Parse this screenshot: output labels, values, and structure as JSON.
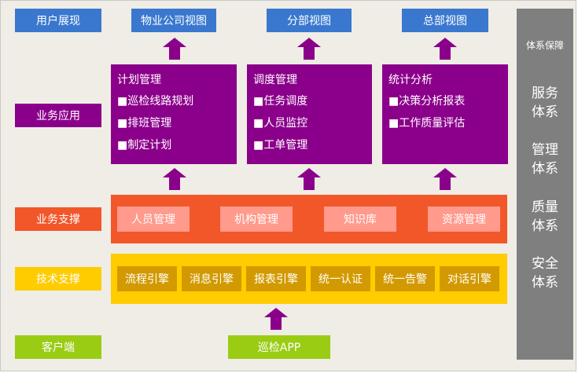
{
  "layers": {
    "user": "用户展现",
    "app": "业务应用",
    "support": "业务支撑",
    "tech": "技术支撑",
    "client": "客户端"
  },
  "views": [
    "物业公司视图",
    "分部视图",
    "总部视图"
  ],
  "modules": [
    {
      "title": "计划管理",
      "items": [
        "■巡检线路规划",
        "■排班管理",
        "■制定计划"
      ]
    },
    {
      "title": "调度管理",
      "items": [
        "■任务调度",
        "■人员监控",
        "■工单管理"
      ]
    },
    {
      "title": "统计分析",
      "items": [
        "■决策分析报表",
        "■工作质量评估"
      ]
    }
  ],
  "support_items": [
    "人员管理",
    "机构管理",
    "知识库",
    "资源管理"
  ],
  "tech_items": [
    "流程引擎",
    "消息引擎",
    "报表引擎",
    "统一认证",
    "统一告警",
    "对话引擎"
  ],
  "client_app": "巡检APP",
  "guarantee": {
    "title": "体系保障",
    "items": [
      [
        "服务",
        "体系"
      ],
      [
        "管理",
        "体系"
      ],
      [
        "质量",
        "体系"
      ],
      [
        "安全",
        "体系"
      ]
    ]
  },
  "colors": {
    "background": "#efede5",
    "blue": "#3a78cf",
    "purple": "#8b008b",
    "orange": "#f2572a",
    "salmon": "#ff9a8c",
    "yellow": "#ffcc00",
    "tech_gold": "#d29a00",
    "green": "#9acc14",
    "grey": "#7f7f7f"
  }
}
